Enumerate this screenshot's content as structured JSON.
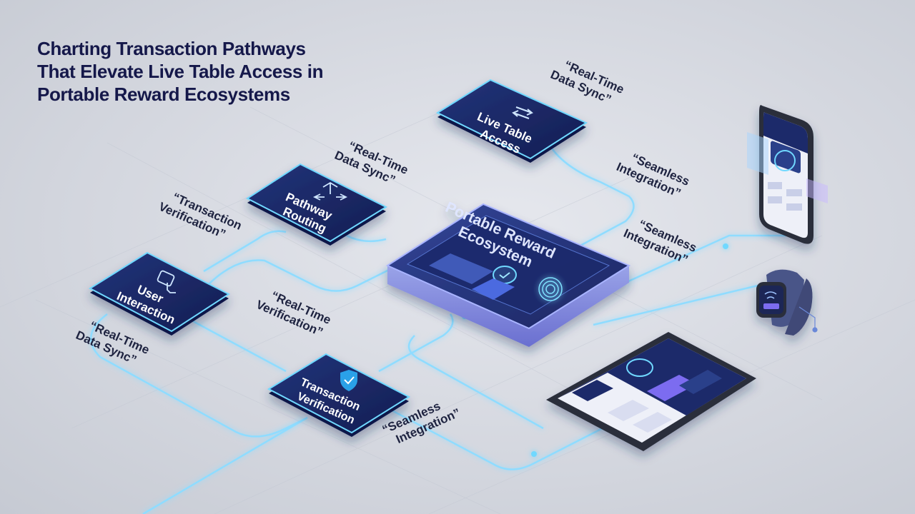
{
  "title": {
    "lines": [
      "Charting Transaction Pathways",
      "That Elevate Live Table Access in",
      "Portable Reward Ecosystems"
    ]
  },
  "colors": {
    "title": "#15184a",
    "node_fill": "#1c2a66",
    "node_edge": "#6fd8ff",
    "connector": "#8fdcff",
    "hub_top": "#2a3a7c",
    "accent_purple": "#7b6cf0"
  },
  "nodes": {
    "live_table": {
      "label_lines": [
        "Live Table",
        "Access"
      ],
      "icon": "sync-arrows-icon"
    },
    "pathway_routing": {
      "label_lines": [
        "Pathway",
        "Routing"
      ],
      "icon": "routing-arrows-icon"
    },
    "user_interaction": {
      "label_lines": [
        "User",
        "Interaction"
      ],
      "icon": "touch-hand-icon"
    },
    "transaction_verification": {
      "label_lines": [
        "Transaction",
        "Verification"
      ],
      "icon": "shield-check-icon"
    }
  },
  "hub": {
    "label_lines": [
      "Portable Reward",
      "Ecosystem"
    ]
  },
  "edge_labels": {
    "realtime_top": [
      "“Real-Time",
      "Data Sync”"
    ],
    "realtime_mid": [
      "“Real-Time",
      "Data Sync”"
    ],
    "transaction_verification": [
      "“Transaction",
      "Verification”"
    ],
    "seamless_top": [
      "“Seamless",
      "Integration”"
    ],
    "seamless_mid": [
      "“Seamless",
      "Integration”"
    ],
    "realtime_verification": [
      "“Real-Time",
      "Verification”"
    ],
    "realtime_left": [
      "“Real-Time",
      "Data Sync”"
    ],
    "seamless_bottom": [
      "“Seamless",
      "Integration”"
    ]
  }
}
